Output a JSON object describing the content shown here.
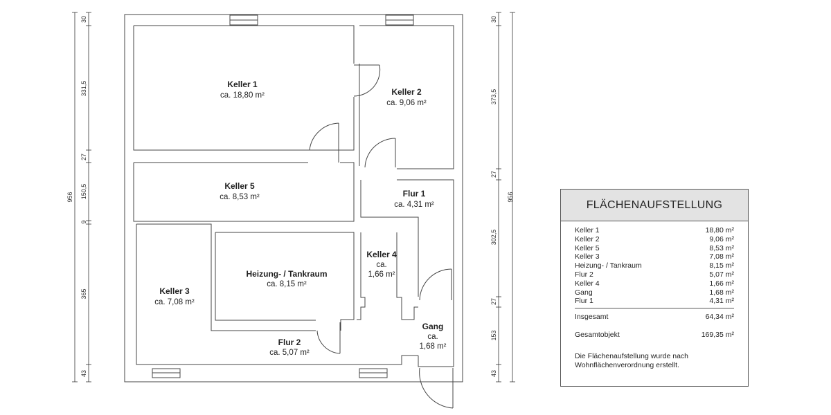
{
  "dims_left": [
    {
      "id": "a",
      "value": "30"
    },
    {
      "id": "b",
      "value": "331,5"
    },
    {
      "id": "c",
      "value": "27"
    },
    {
      "id": "d",
      "value": "150,5"
    },
    {
      "id": "e",
      "value": "9"
    },
    {
      "id": "f",
      "value": "365"
    },
    {
      "id": "g",
      "value": "43"
    },
    {
      "id": "total",
      "value": "956"
    }
  ],
  "dims_right": [
    {
      "id": "a",
      "value": "30"
    },
    {
      "id": "b",
      "value": "373,5"
    },
    {
      "id": "c",
      "value": "27"
    },
    {
      "id": "d",
      "value": "302,5"
    },
    {
      "id": "e",
      "value": "27"
    },
    {
      "id": "f",
      "value": "153"
    },
    {
      "id": "g",
      "value": "43"
    },
    {
      "id": "total",
      "value": "956"
    }
  ],
  "rooms": [
    {
      "name": "Keller 1",
      "area": "ca. 18,80 m²"
    },
    {
      "name": "Keller 2",
      "area": "ca. 9,06 m²"
    },
    {
      "name": "Keller 5",
      "area": "ca. 8,53 m²"
    },
    {
      "name": "Flur 1",
      "area": "ca. 4,31 m²"
    },
    {
      "name": "Keller 4",
      "area_line1": "ca.",
      "area_line2": "1,66 m²"
    },
    {
      "name": "Heizung- / Tankraum",
      "area": "ca. 8,15 m²"
    },
    {
      "name": "Keller 3",
      "area": "ca. 7,08 m²"
    },
    {
      "name": "Flur 2",
      "area": "ca. 5,07 m²"
    },
    {
      "name": "Gang",
      "area_line1": "ca.",
      "area_line2": "1,68 m²"
    }
  ],
  "table": {
    "title": "FLÄCHENAUFSTELLUNG",
    "rows": [
      {
        "label": "Keller 1",
        "value": "18,80 m²"
      },
      {
        "label": "Keller 2",
        "value": "9,06 m²"
      },
      {
        "label": "Keller 5",
        "value": "8,53 m²"
      },
      {
        "label": "Keller 3",
        "value": "7,08 m²"
      },
      {
        "label": "Heizung- / Tankraum",
        "value": "8,15 m²"
      },
      {
        "label": "Flur 2",
        "value": "5,07 m²"
      },
      {
        "label": "Keller 4",
        "value": "1,66 m²"
      },
      {
        "label": "Gang",
        "value": "1,68 m²"
      },
      {
        "label": "Flur 1",
        "value": "4,31 m²"
      }
    ],
    "sum_label": "Insgesamt",
    "sum_value": "64,34 m²",
    "total_label": "Gesamtobjekt",
    "total_value": "169,35 m²",
    "note_line1": "Die Flächenaufstellung wurde nach",
    "note_line2": "Wohnflächenverordnung erstellt."
  },
  "colors": {
    "line": "#444444",
    "header_bg": "#e3e3e3"
  }
}
